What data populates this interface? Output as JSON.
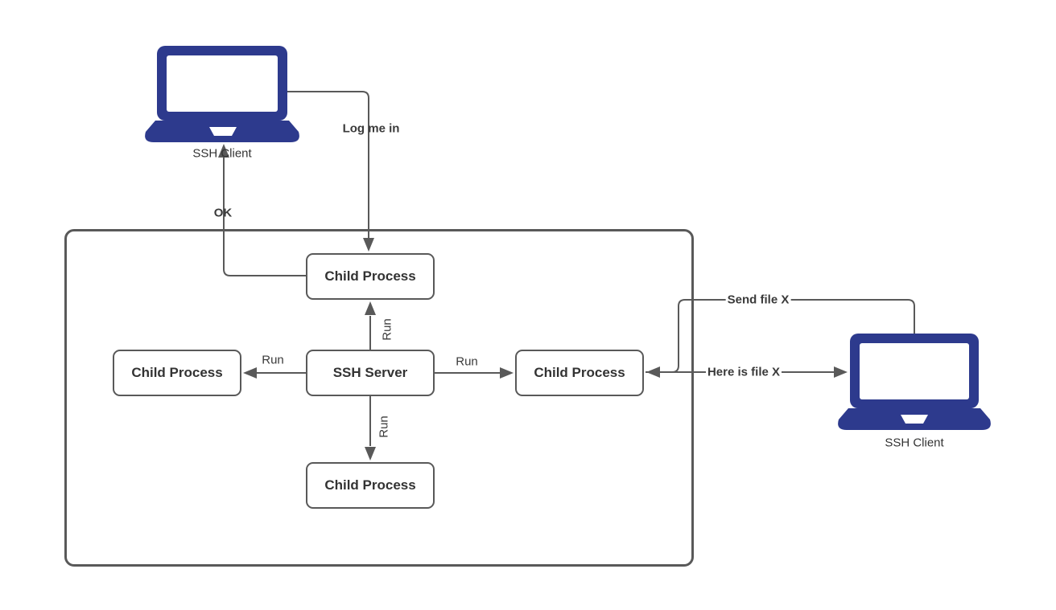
{
  "colors": {
    "laptop": "#2d3a8d",
    "stroke": "#595959",
    "text": "#333333",
    "canvas": "#ffffff"
  },
  "clients": {
    "left": {
      "label": "SSH Client"
    },
    "right": {
      "label": "SSH Client"
    }
  },
  "nodes": {
    "child_top": {
      "label": "Child Process"
    },
    "child_left": {
      "label": "Child Process"
    },
    "ssh_server": {
      "label": "SSH Server"
    },
    "child_right": {
      "label": "Child Process"
    },
    "child_bottom": {
      "label": "Child Process"
    }
  },
  "edges": {
    "log_me_in": {
      "label": "Log me in",
      "from": "ssh-client-left",
      "to": "child-process-top"
    },
    "ok": {
      "label": "OK",
      "from": "child-process-top",
      "to": "ssh-client-left"
    },
    "run_left": {
      "label": "Run",
      "from": "ssh-server",
      "to": "child-process-left"
    },
    "run_right": {
      "label": "Run",
      "from": "ssh-server",
      "to": "child-process-right"
    },
    "run_up": {
      "label": "Run",
      "from": "ssh-server",
      "to": "child-process-top"
    },
    "run_down": {
      "label": "Run",
      "from": "ssh-server",
      "to": "child-process-bottom"
    },
    "send_file": {
      "label": "Send file X",
      "from": "ssh-client-right",
      "to": "child-process-right"
    },
    "here_is_file": {
      "label": "Here is file X",
      "from": "child-process-right",
      "to": "ssh-client-right"
    }
  }
}
